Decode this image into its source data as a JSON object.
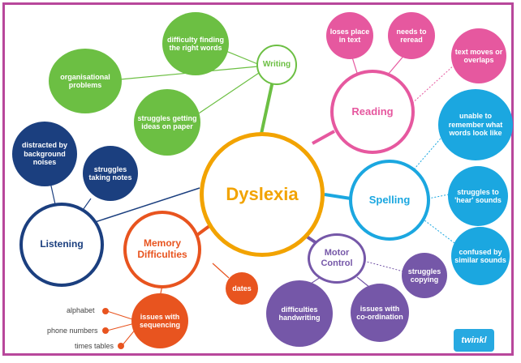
{
  "center": {
    "label": "Dyslexia"
  },
  "branches": [
    {
      "key": "writing",
      "label": "Writing",
      "color": "#6cbf43",
      "items": [
        "difficulty finding the right words",
        "organisational problems",
        "struggles getting ideas on paper"
      ]
    },
    {
      "key": "reading",
      "label": "Reading",
      "color": "#e6589f",
      "items": [
        "loses place in text",
        "needs to reread",
        "text moves or overlaps"
      ]
    },
    {
      "key": "spelling",
      "label": "Spelling",
      "color": "#1ba7e0",
      "items": [
        "unable to remember what words look like",
        "struggles to 'hear' sounds",
        "confused by similar sounds"
      ]
    },
    {
      "key": "motor",
      "label": "Motor Control",
      "color": "#7557a8",
      "items": [
        "struggles copying",
        "difficulties handwriting",
        "issues with co-ordination"
      ]
    },
    {
      "key": "memory",
      "label": "Memory Difficulties",
      "color": "#e8541f",
      "items": [
        "dates",
        "issues with sequencing"
      ],
      "sequencing_examples": [
        "alphabet",
        "phone numbers",
        "times tables"
      ]
    },
    {
      "key": "listening",
      "label": "Listening",
      "color": "#1b3f7f",
      "items": [
        "distracted by background noises",
        "struggles taking notes"
      ]
    }
  ],
  "logo": {
    "text": "twinkl"
  },
  "colors": {
    "frame": "#b8479b",
    "center": "#f2a300"
  }
}
